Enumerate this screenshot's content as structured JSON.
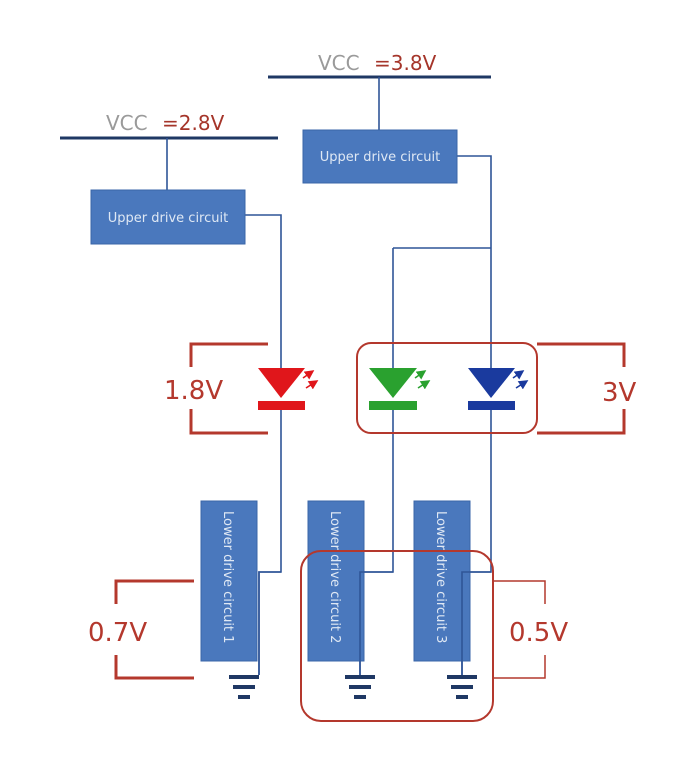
{
  "vcc_left": {
    "name": "VCC",
    "value": "=2.8V"
  },
  "vcc_right": {
    "name": "VCC",
    "value": "=3.8V"
  },
  "upper_left": {
    "label": "Upper drive circuit"
  },
  "upper_right": {
    "label": "Upper drive circuit"
  },
  "led_red": {
    "voltage": "1.8V",
    "color": "#e0161b"
  },
  "led_green": {
    "color": "#2aa12f"
  },
  "led_blue": {
    "color": "#1a3a9e"
  },
  "green_blue_voltage": "3V",
  "lower_1": {
    "label": "Lower drive circuit 1"
  },
  "lower_2": {
    "label": "Lower drive circuit 2"
  },
  "lower_3": {
    "label": "Lower drive circuit 3"
  },
  "lower_red_voltage": "0.7V",
  "lower_gb_voltage": "0.5V",
  "colors": {
    "box_fill": "#4a78bd",
    "wire": "#2f5597",
    "rail": "#1f3864",
    "bracket": "#b4382d",
    "ground": "#1f3864"
  }
}
